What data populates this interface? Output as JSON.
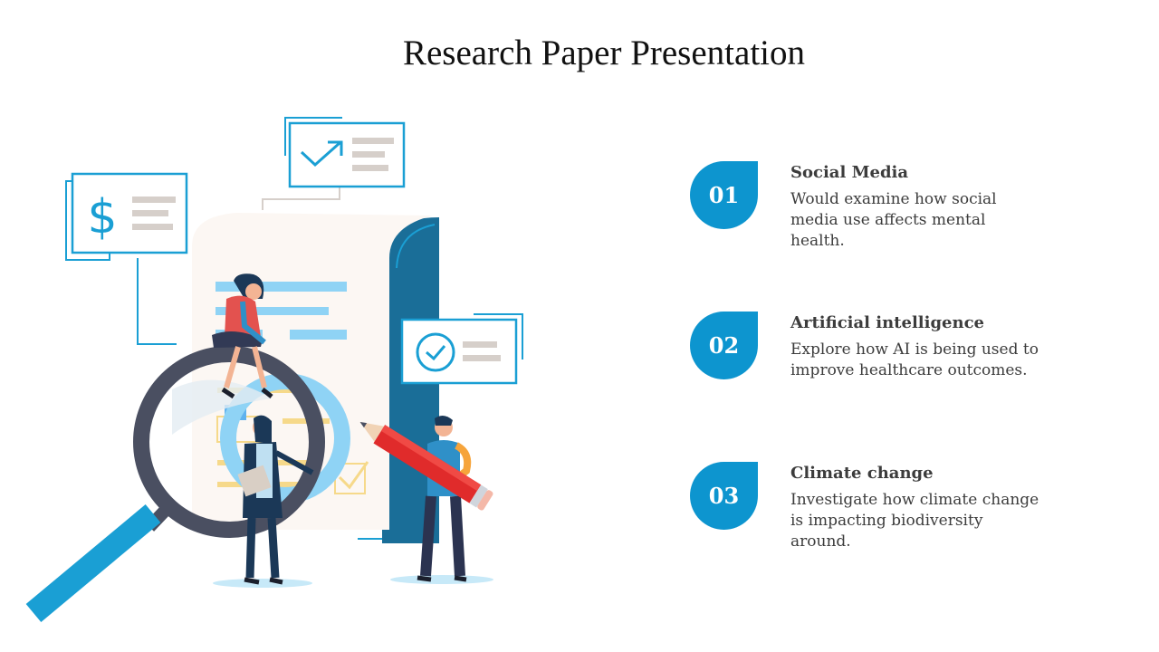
{
  "title": "Research Paper Presentation",
  "items": [
    {
      "number": "01",
      "title": "Social Media",
      "description": "Would examine how social media use affects mental health."
    },
    {
      "number": "02",
      "title": "Artificial intelligence",
      "description": "Explore how AI is being used to improve healthcare outcomes."
    },
    {
      "number": "03",
      "title": "Climate change",
      "description": "Investigate how climate change is impacting biodiversity around."
    }
  ],
  "icons": [
    "dollar-sign-icon",
    "trend-arrow-icon",
    "clock-check-icon",
    "magnifying-glass-icon",
    "pencil-icon"
  ],
  "colors": {
    "accent": "#0d95cf",
    "text": "#3c3c3c",
    "pencil": "#e02b2b"
  }
}
